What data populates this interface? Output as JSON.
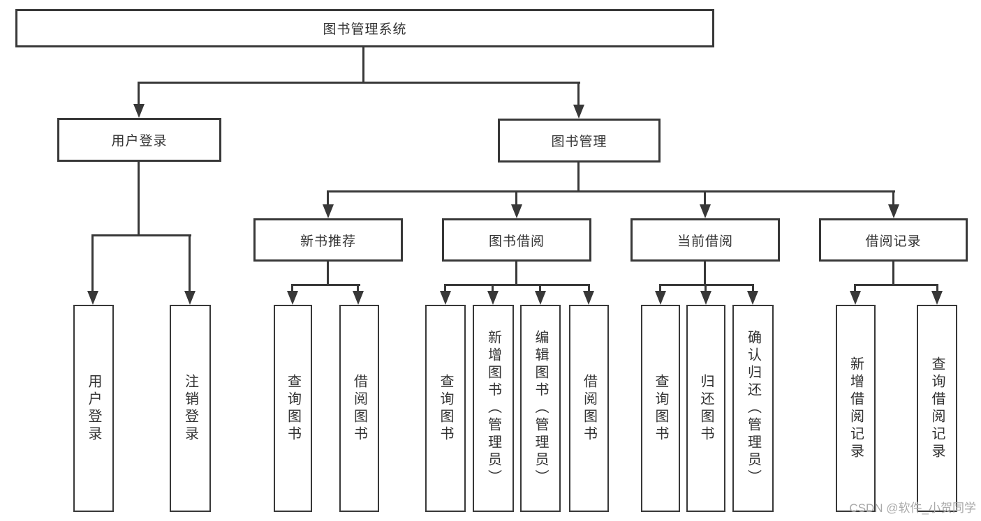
{
  "diagram": {
    "root": {
      "label": "图书管理系统"
    },
    "branches": [
      {
        "label": "用户登录",
        "children": [
          {
            "label": "用户登录"
          },
          {
            "label": "注销登录"
          }
        ]
      },
      {
        "label": "图书管理",
        "children": [
          {
            "label": "新书推荐",
            "children": [
              {
                "label": "查询图书"
              },
              {
                "label": "借阅图书"
              }
            ]
          },
          {
            "label": "图书借阅",
            "children": [
              {
                "label": "查询图书"
              },
              {
                "label": "新增图书（管理员）"
              },
              {
                "label": "编辑图书（管理员）"
              },
              {
                "label": "借阅图书"
              }
            ]
          },
          {
            "label": "当前借阅",
            "children": [
              {
                "label": "查询图书"
              },
              {
                "label": "归还图书"
              },
              {
                "label": "确认归还（管理员）"
              }
            ]
          },
          {
            "label": "借阅记录",
            "children": [
              {
                "label": "新增借阅记录"
              },
              {
                "label": "查询借阅记录"
              }
            ]
          }
        ]
      }
    ]
  },
  "watermark": {
    "text": "CSDN @软件_小贺同学"
  },
  "colors": {
    "line": "#383838",
    "box_border": "#383838",
    "text": "#333333",
    "watermark": "#a9a9a9",
    "background": "#ffffff"
  }
}
